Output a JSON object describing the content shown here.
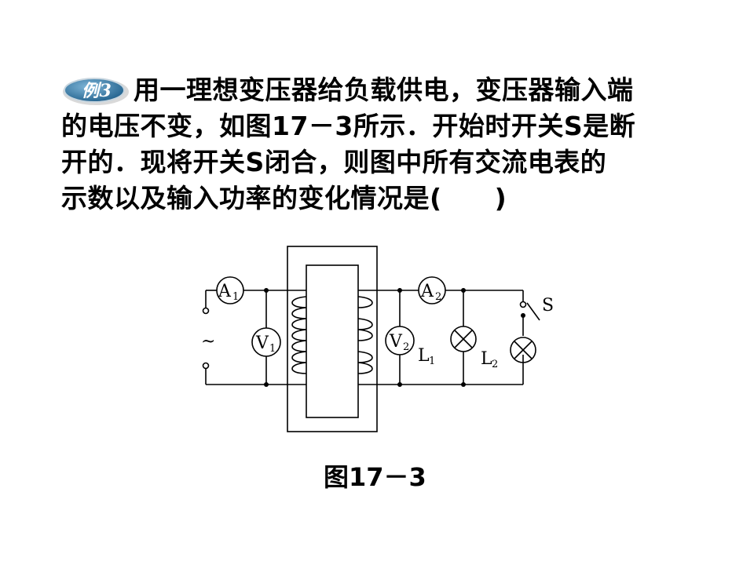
{
  "question": {
    "badge": "例3",
    "line1": "用一理想变压器给负载供电，变压器输入端",
    "line2": "的电压不变，如图17－3所示．开始时开关S是断",
    "line3": "开的．现将开关S闭合，则图中所有交流电表的",
    "line4": "示数以及输入功率的变化情况是(　　)"
  },
  "circuit": {
    "ammeter1": {
      "letter": "A",
      "sub": "1"
    },
    "ammeter2": {
      "letter": "A",
      "sub": "2"
    },
    "voltmeter1": {
      "letter": "V",
      "sub": "1"
    },
    "voltmeter2": {
      "letter": "V",
      "sub": "2"
    },
    "lamp1": {
      "letter": "L",
      "sub": "1"
    },
    "lamp2": {
      "letter": "L",
      "sub": "2"
    },
    "switch_label": "S",
    "source_symbol": "~"
  },
  "caption": "图17－3"
}
